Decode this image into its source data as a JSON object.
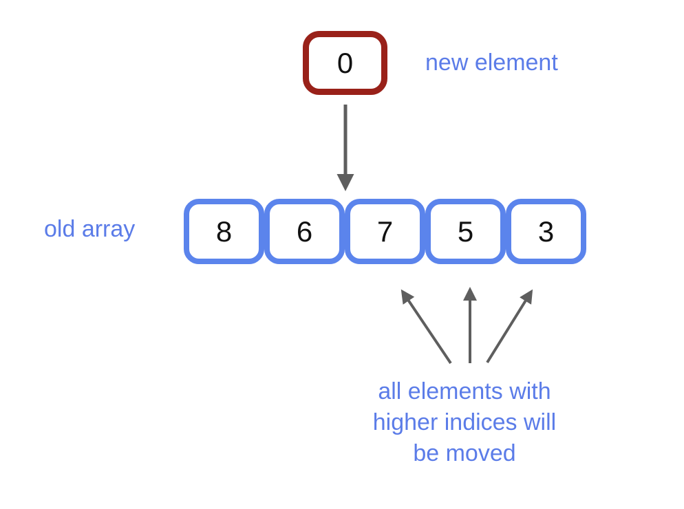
{
  "new_element": {
    "value": "0",
    "label": "new element"
  },
  "old_array": {
    "label": "old array",
    "values": [
      "8",
      "6",
      "7",
      "5",
      "3"
    ]
  },
  "annotation": {
    "lines": [
      "all elements with",
      "higher indices will",
      "be moved"
    ]
  },
  "colors": {
    "array_border": "#5b84ec",
    "new_element_border": "#992119",
    "label_text": "#5b7ce8",
    "arrow": "#5e5e5e",
    "number_text": "#111111",
    "background": "#ffffff"
  }
}
